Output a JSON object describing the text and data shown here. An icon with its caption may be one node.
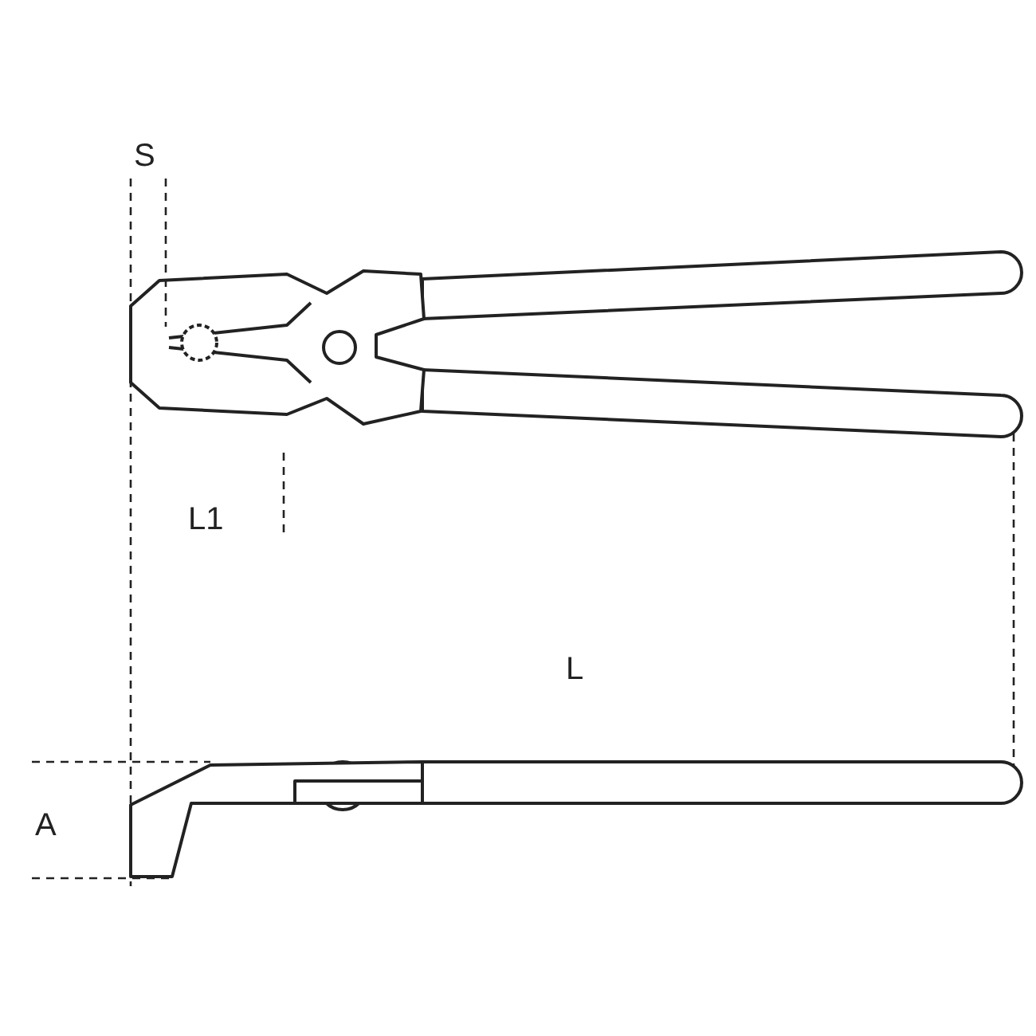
{
  "diagram": {
    "labels": [
      "S",
      "L1",
      "L",
      "A"
    ]
  }
}
